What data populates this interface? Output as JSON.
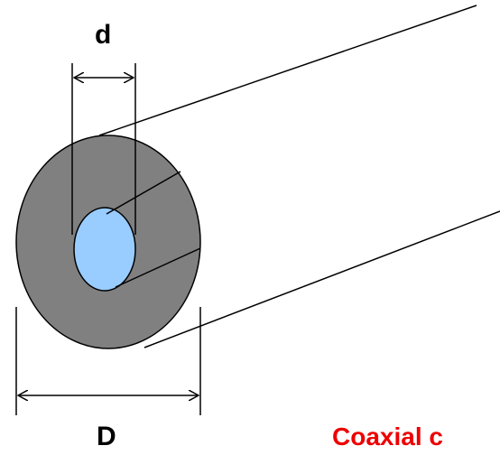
{
  "labels": {
    "inner_diameter": "d",
    "outer_diameter": "D",
    "caption": "Coaxial c"
  },
  "colors": {
    "outer_conductor": "#808080",
    "inner_conductor": "#99ccff",
    "caption": "#ee0000",
    "lines": "#000000"
  }
}
